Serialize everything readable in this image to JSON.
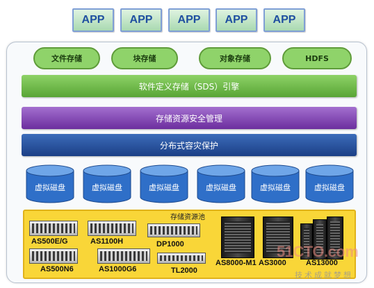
{
  "apps": [
    "APP",
    "APP",
    "APP",
    "APP",
    "APP"
  ],
  "storage_types": [
    "文件存储",
    "块存储",
    "对象存储",
    "HDFS"
  ],
  "layers": {
    "sds_engine": "软件定义存储（SDS）引擎",
    "security": "存储资源安全管理",
    "disaster_recovery": "分布式容灾保护"
  },
  "virtual_disks": [
    "虚拟磁盘",
    "虚拟磁盘",
    "虚拟磁盘",
    "虚拟磁盘",
    "虚拟磁盘",
    "虚拟磁盘"
  ],
  "pool": {
    "title": "存储资源池",
    "devices": [
      "AS500E/G",
      "AS1100H",
      "DP1000",
      "AS500N6",
      "AS1000G6",
      "TL2000",
      "AS8000-M1",
      "AS3000",
      "AS13000"
    ]
  },
  "watermark": {
    "logo": "51CTO.com",
    "sub": "技术成就梦想"
  },
  "colors": {
    "app_text": "#1f4fa0",
    "sds_bar": "#58a535",
    "security_bar": "#6c2e9e",
    "dr_bar": "#1b3f86",
    "disk": "#2f6fc8",
    "pool": "#f9d638"
  }
}
